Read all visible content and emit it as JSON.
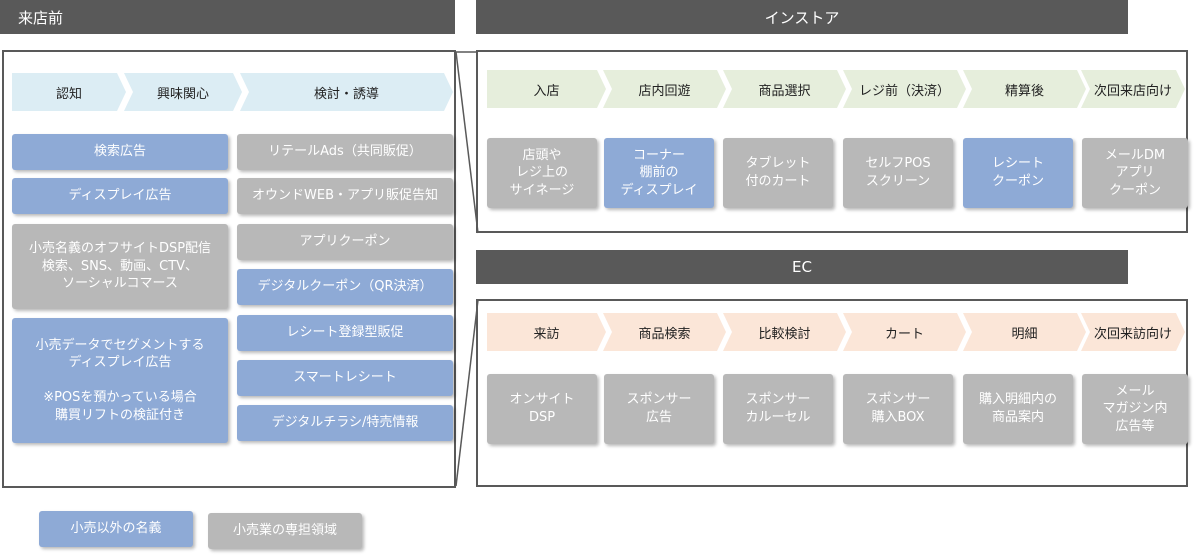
{
  "headers": {
    "pre_store": "来店前",
    "in_store": "インストア",
    "ec": "EC"
  },
  "pre_store": {
    "stages": [
      "認知",
      "興味関心",
      "検討・誘導"
    ],
    "left_boxes": [
      {
        "text": "検索広告",
        "color": "blue"
      },
      {
        "text": "ディスプレイ広告",
        "color": "blue"
      },
      {
        "text": "小売名義のオフサイトDSP配信\n検索、SNS、動画、CTV、\nソーシャルコマース",
        "color": "gray"
      },
      {
        "text": "小売データでセグメントする\nディスプレイ広告\n\n※POSを預かっている場合\n購買リフトの検証付き",
        "color": "blue"
      }
    ],
    "right_boxes": [
      {
        "text": "リテールAds（共同販促）",
        "color": "gray"
      },
      {
        "text": "オウンドWEB・アプリ販促告知",
        "color": "gray"
      },
      {
        "text": "アプリクーポン",
        "color": "gray"
      },
      {
        "text": "デジタルクーポン（QR決済）",
        "color": "blue"
      },
      {
        "text": "レシート登録型販促",
        "color": "blue"
      },
      {
        "text": "スマートレシート",
        "color": "blue"
      },
      {
        "text": "デジタルチラシ/特売情報",
        "color": "blue"
      }
    ]
  },
  "in_store": {
    "stages": [
      "入店",
      "店内回遊",
      "商品選択",
      "レジ前（決済）",
      "精算後",
      "次回来店向け"
    ],
    "boxes": [
      {
        "text": "店頭や\nレジ上の\nサイネージ",
        "color": "gray"
      },
      {
        "text": "コーナー\n棚前の\nディスプレイ",
        "color": "blue"
      },
      {
        "text": "タブレット\n付のカート",
        "color": "gray"
      },
      {
        "text": "セルフPOS\nスクリーン",
        "color": "gray"
      },
      {
        "text": "レシート\nクーポン",
        "color": "blue"
      },
      {
        "text": "メールDM\nアプリ\nクーポン",
        "color": "gray"
      }
    ]
  },
  "ec": {
    "stages": [
      "来訪",
      "商品検索",
      "比較検討",
      "カート",
      "明細",
      "次回来訪向け"
    ],
    "boxes": [
      {
        "text": "オンサイト\nDSP",
        "color": "gray"
      },
      {
        "text": "スポンサー\n広告",
        "color": "gray"
      },
      {
        "text": "スポンサー\nカルーセル",
        "color": "gray"
      },
      {
        "text": "スポンサー\n購入BOX",
        "color": "gray"
      },
      {
        "text": "購入明細内の\n商品案内",
        "color": "gray"
      },
      {
        "text": "メール\nマガジン内\n広告等",
        "color": "gray"
      }
    ]
  },
  "legend": {
    "non_retailer": "小売以外の名義",
    "retailer_only": "小売業の専担領域"
  },
  "colors": {
    "header": "#595959",
    "blue_box": "#8eaad6",
    "gray_box": "#b8b8b8",
    "pre_stage": "#dcedf4",
    "in_store_stage": "#e6eedc",
    "ec_stage": "#fbe6d8"
  }
}
